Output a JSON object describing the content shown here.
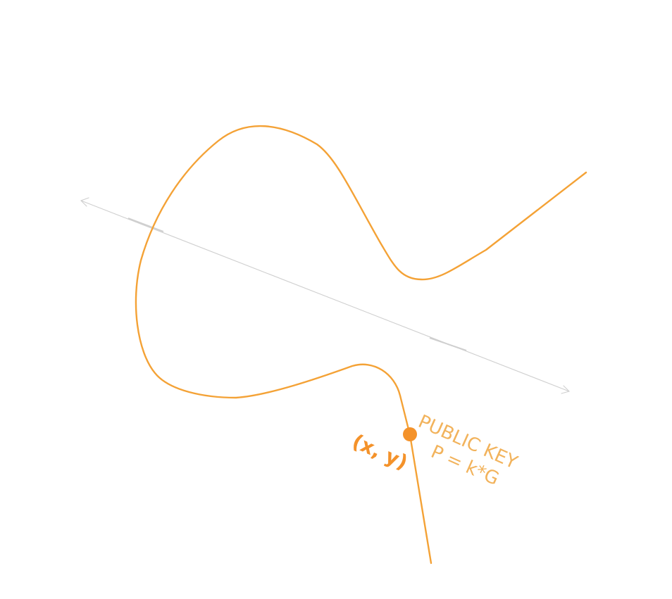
{
  "diagram": {
    "point_label": "(x, y)",
    "key_title": "PUBLIC KEY",
    "key_formula": "P = k*G"
  },
  "colors": {
    "curve": "#f4a236",
    "point": "#f4922a",
    "label": "#f2b35c",
    "axis": "#cfcfcf"
  }
}
